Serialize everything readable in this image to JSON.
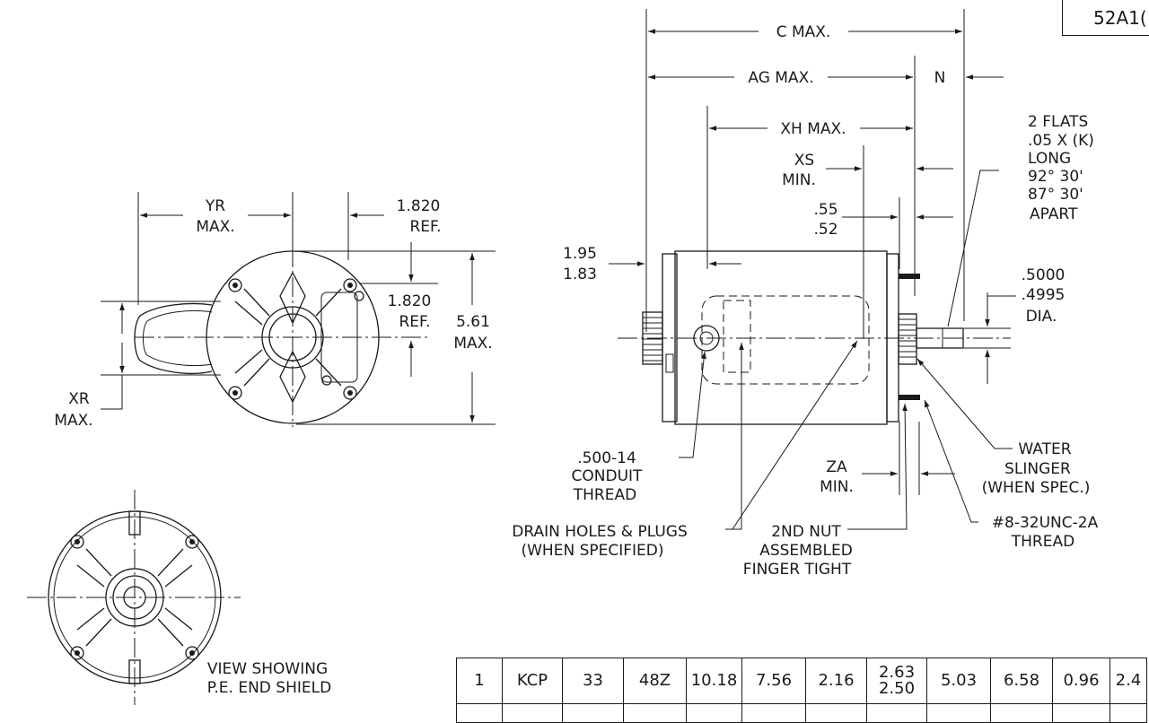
{
  "drawing_number": "52A1(",
  "labels": {
    "c_max": "C MAX.",
    "ag_max": "AG MAX.",
    "n": "N",
    "xh_max": "XH MAX.",
    "xs_1": "XS",
    "xs_2": "MIN.",
    "flats_1": "2 FLATS",
    "flats_2": ".05 X (K)",
    "flats_3": "LONG",
    "flats_4": "92° 30'",
    "flats_5": "87° 30'",
    "flats_6": "APART",
    "d55": ".55",
    "d52": ".52",
    "yr_1": "YR",
    "yr_2": "MAX.",
    "ref1820_top_1": "1.820",
    "ref1820_top_2": "REF.",
    "ref1820_mid_1": "1.820",
    "ref1820_mid_2": "REF.",
    "d561_1": "5.61",
    "d561_2": "MAX.",
    "d195": "1.95",
    "d183": "1.83",
    "shaft_1": ".5000",
    "shaft_2": ".4995",
    "shaft_3": "DIA.",
    "xr_1": "XR",
    "xr_2": "MAX.",
    "conduit_1": ".500-14",
    "conduit_2": "CONDUIT",
    "conduit_3": "THREAD",
    "za_1": "ZA",
    "za_2": "MIN.",
    "water_1": "WATER",
    "water_2": "SLINGER",
    "water_3": "(WHEN SPEC.)",
    "drain_1": "DRAIN HOLES & PLUGS",
    "drain_2": "(WHEN SPECIFIED)",
    "nut_1": "2ND NUT",
    "nut_2": "ASSEMBLED",
    "nut_3": "FINGER TIGHT",
    "thread8_1": "#8-32UNC-2A",
    "thread8_2": "THREAD",
    "view_1": "VIEW SHOWING",
    "view_2": "P.E. END SHIELD"
  },
  "table": {
    "row1": [
      "1",
      "KCP",
      "33",
      "48Z",
      "10.18",
      "7.56",
      "2.16",
      "2.63",
      "2.50",
      "5.03",
      "6.58",
      "0.96",
      "2.4"
    ]
  }
}
